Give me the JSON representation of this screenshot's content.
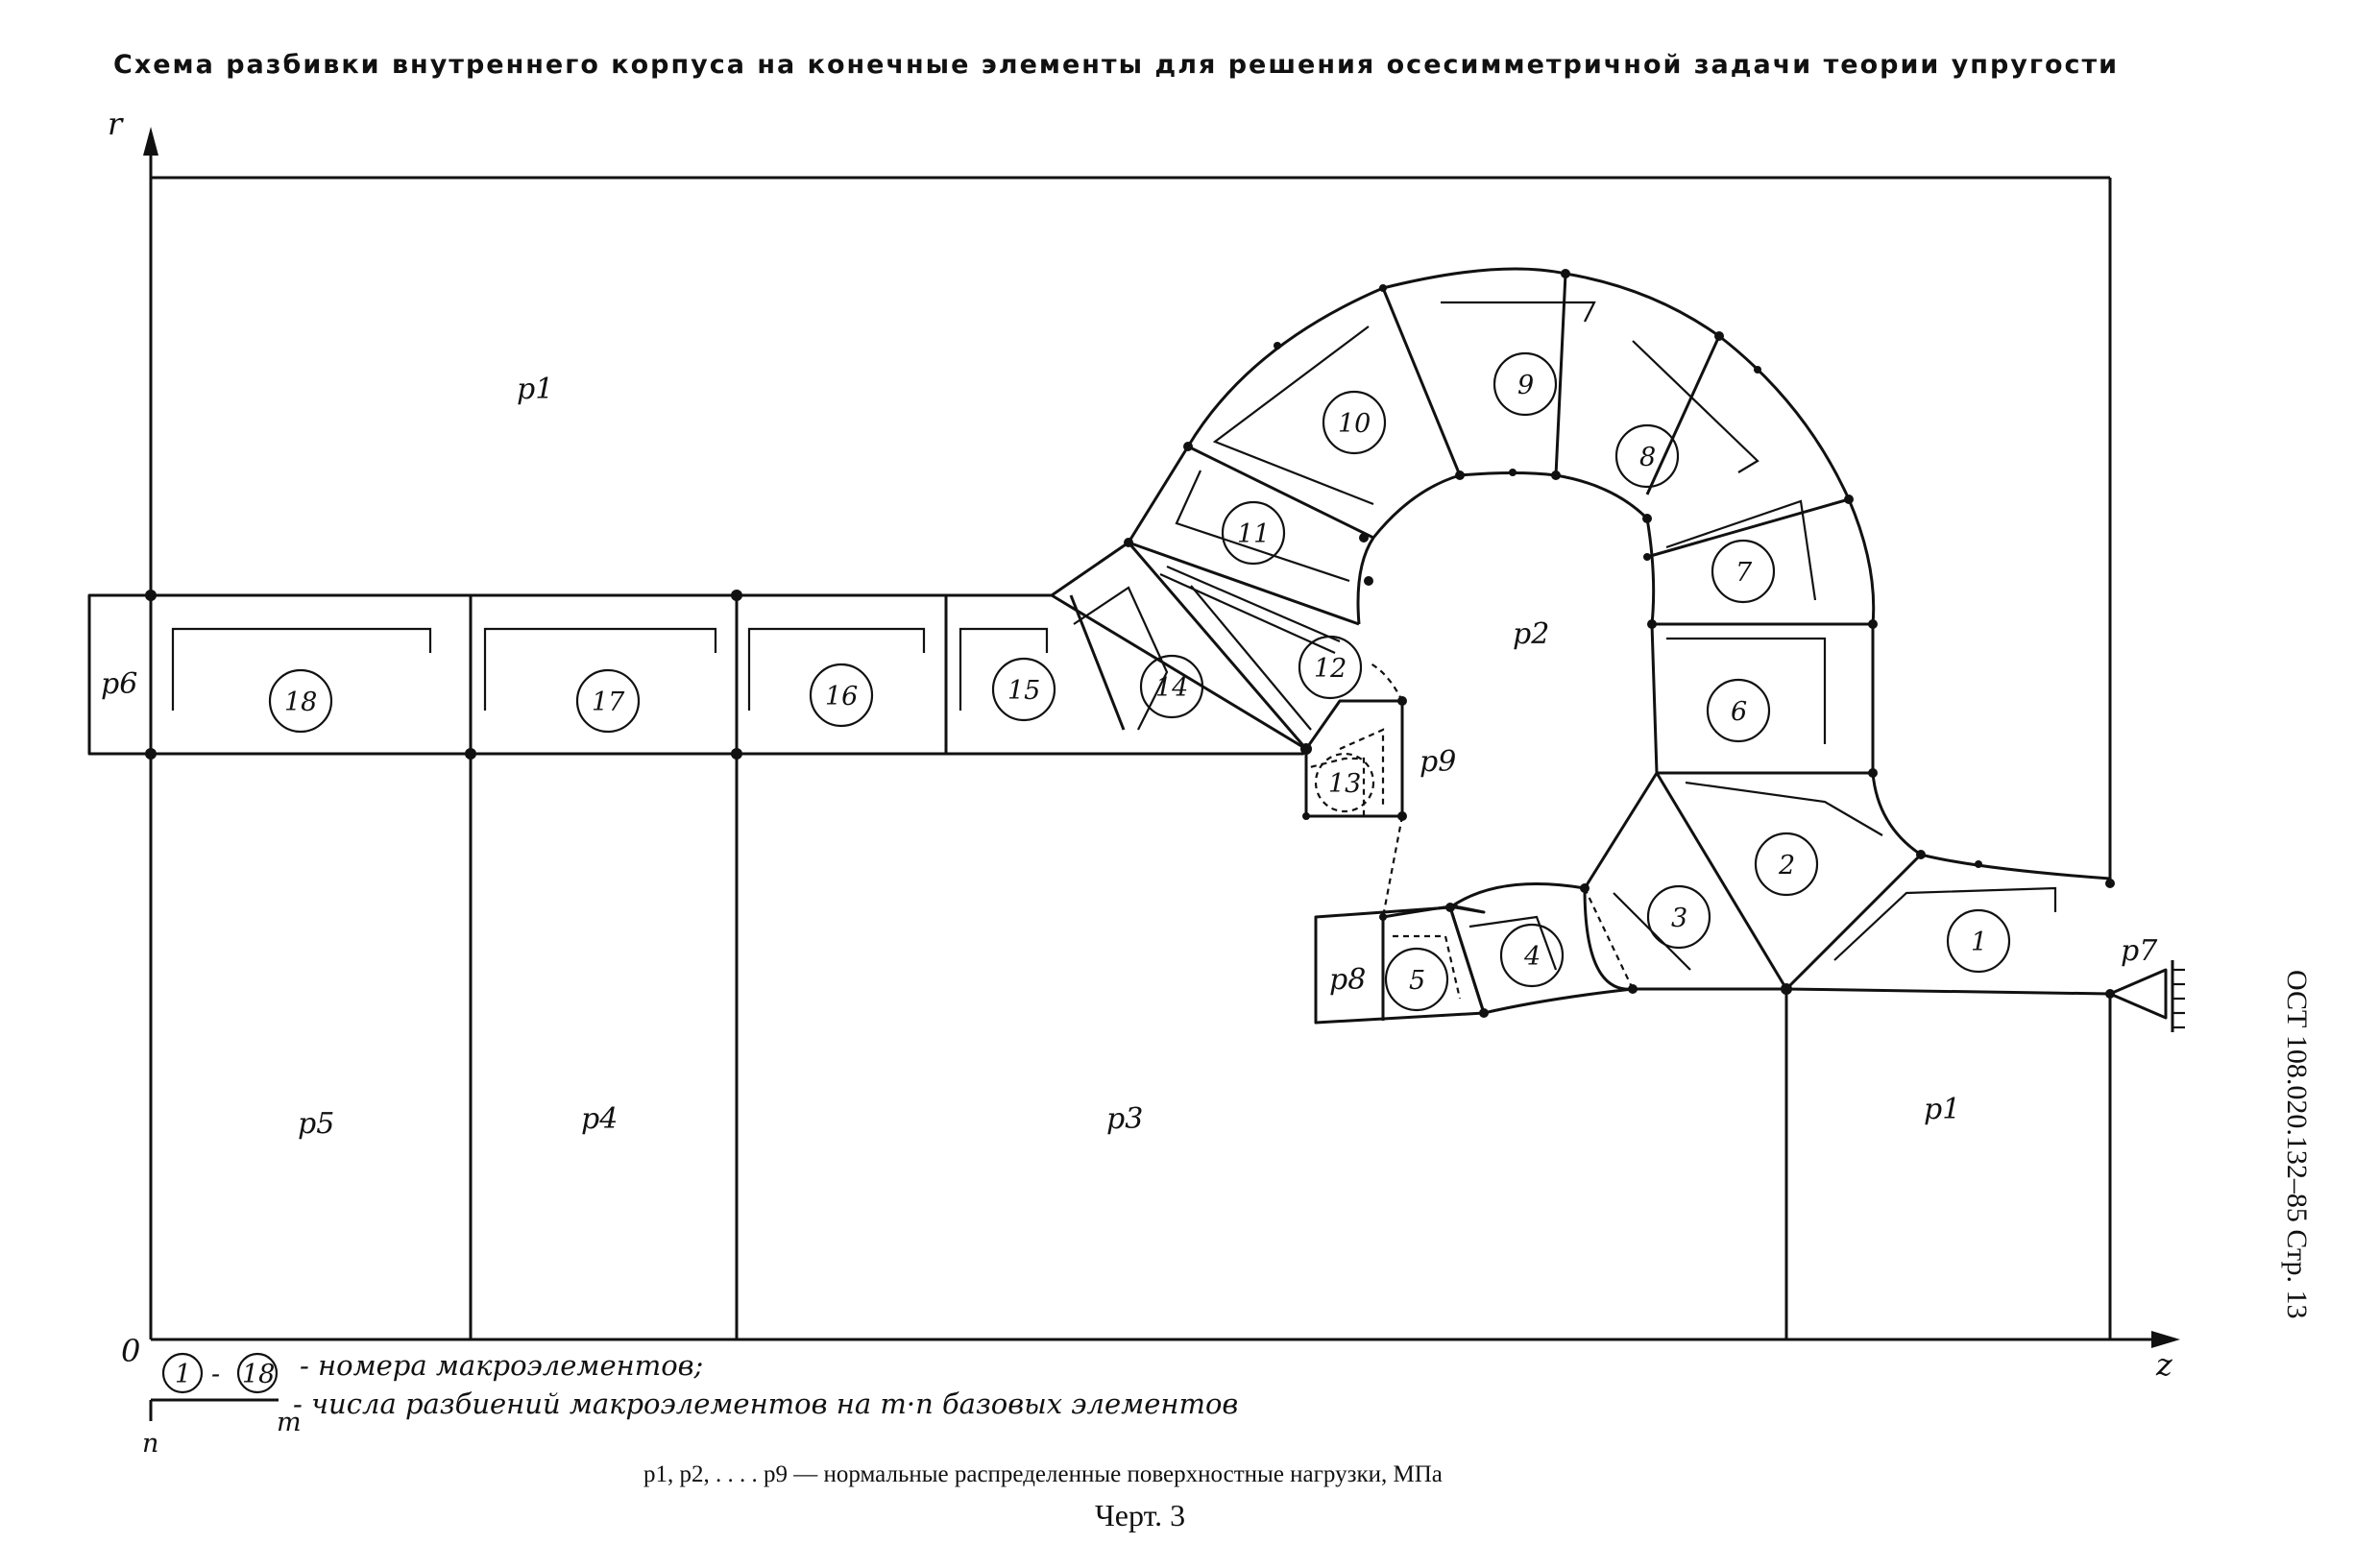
{
  "title": "Схема разбивки внутреннего корпуса на конечные элементы для решения осесимметричной задачи теории упругости",
  "axes": {
    "vertical": "r",
    "horizontal": "z",
    "origin": "0"
  },
  "load_labels": {
    "p1_top": "p1",
    "p2": "p2",
    "p1_bottom": "p1",
    "p3": "p3",
    "p4": "p4",
    "p5": "p5",
    "p6": "p6",
    "p7": "p7",
    "p8": "p8",
    "p9": "p9"
  },
  "macroelements": [
    "1",
    "2",
    "3",
    "4",
    "5",
    "6",
    "7",
    "8",
    "9",
    "10",
    "11",
    "12",
    "13",
    "14",
    "15",
    "16",
    "17",
    "18"
  ],
  "legend": {
    "first_num": "1",
    "last_num": "18",
    "dash": "-",
    "numbers_text": "- номера макроэлементов;",
    "m_symbol": "m",
    "n_symbol": "n",
    "divisions_text": "- числа разбиений макроэлементов на m·n базовых элементов"
  },
  "caption": "p1, p2, . . . . p9 — нормальные распределенные поверхностные нагрузки, МПа",
  "figure_label": "Черт. 3",
  "side_stamp": "ОСТ 108.020.132–85 Стр. 13"
}
